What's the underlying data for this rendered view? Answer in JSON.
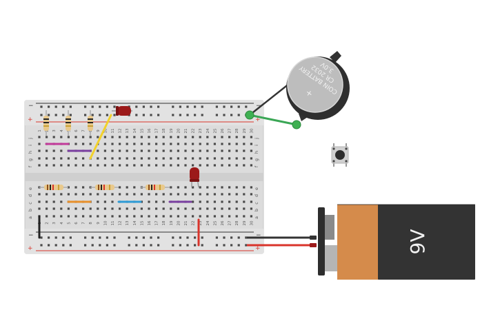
{
  "breadboard": {
    "columns": [
      "1",
      "2",
      "3",
      "4",
      "5",
      "6",
      "7",
      "8",
      "9",
      "10",
      "11",
      "12",
      "13",
      "14",
      "15",
      "16",
      "17",
      "18",
      "19",
      "20",
      "21",
      "22",
      "23",
      "24",
      "25",
      "26",
      "27",
      "28",
      "29",
      "30"
    ],
    "top_rows": [
      "j",
      "i",
      "h",
      "g",
      "f"
    ],
    "bottom_rows": [
      "e",
      "d",
      "c",
      "b",
      "a"
    ],
    "rail_minus": "−",
    "rail_plus": "+"
  },
  "coin_battery": {
    "label_line1": "COIN BATTERY",
    "label_line2": "CR 2032",
    "label_line3": "3.0V"
  },
  "battery_9v": {
    "label": "9V"
  },
  "colors": {
    "board": "#dcdcdc",
    "rail_red": "#d9342b",
    "rail_black": "#333333",
    "wire_green": "#3aa655",
    "wire_red": "#d9342b",
    "wire_yellow": "#f2d12a",
    "led_red": "#9c1a1a",
    "battery_copper": "#d58b4b",
    "battery_body": "#333333"
  }
}
